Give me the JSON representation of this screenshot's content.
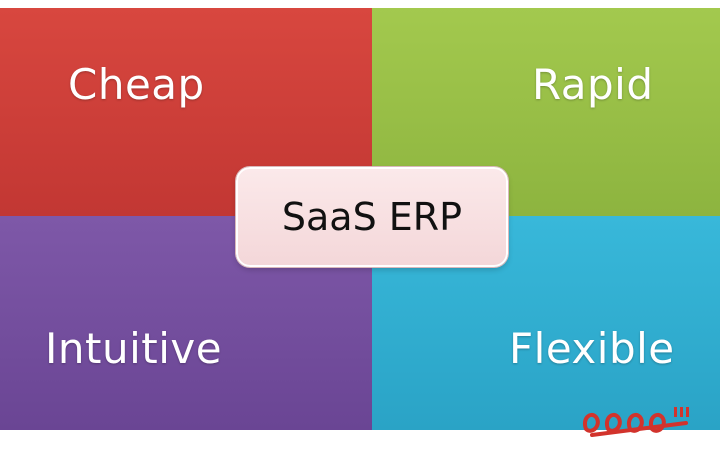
{
  "diagram": {
    "center_label": "SaaS ERP",
    "quadrants": [
      {
        "label": "Cheap",
        "color": "#c93a35"
      },
      {
        "label": "Rapid",
        "color": "#98be45"
      },
      {
        "label": "Intuitive",
        "color": "#74509e"
      },
      {
        "label": "Flexible",
        "color": "#32aed1"
      }
    ],
    "center_color": "#f7dfe1"
  },
  "watermark": {
    "icon": "logo-watermark-icon",
    "color": "#d2332c"
  }
}
